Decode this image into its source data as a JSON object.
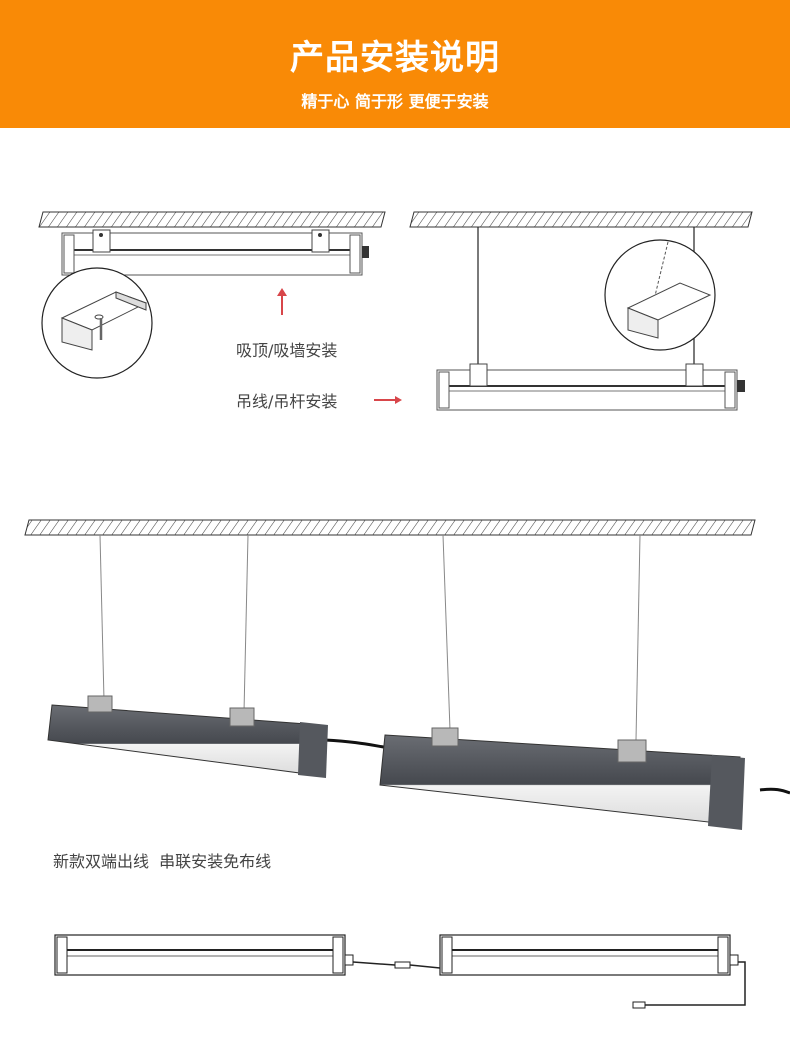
{
  "header": {
    "title": "产品安装说明",
    "subtitle": "精于心 简于形 更便于安装"
  },
  "diagrams": {
    "ceiling_mount_label": "吸顶/吸墙安装",
    "suspension_label": "吊线/吊杆安装",
    "series_label": "新款双端出线  串联安装免布线"
  },
  "colors": {
    "header_bg": "#f98a06",
    "arrow": "#d8464a",
    "lamp_body": "#55585e"
  }
}
